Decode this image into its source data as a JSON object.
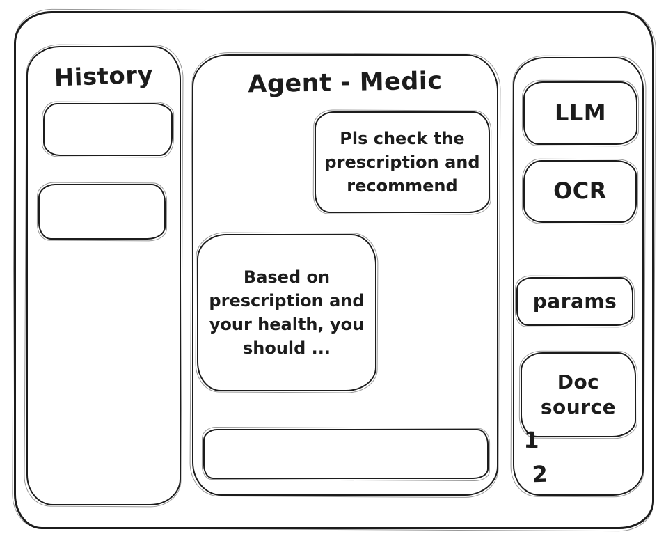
{
  "colors": {
    "ink": "#1c1c1c",
    "background": "#ffffff"
  },
  "history": {
    "title": "History"
  },
  "chat": {
    "title": "Agent - Medic",
    "user_message": "Pls check the prescription and recommend",
    "assistant_message": "Based on prescription and your health, you should ...",
    "input_value": ""
  },
  "tools": {
    "llm_label": "LLM",
    "ocr_label": "OCR",
    "params_label": "params",
    "doc_source_label": "Doc source",
    "doc_items": [
      "1",
      "2"
    ]
  }
}
